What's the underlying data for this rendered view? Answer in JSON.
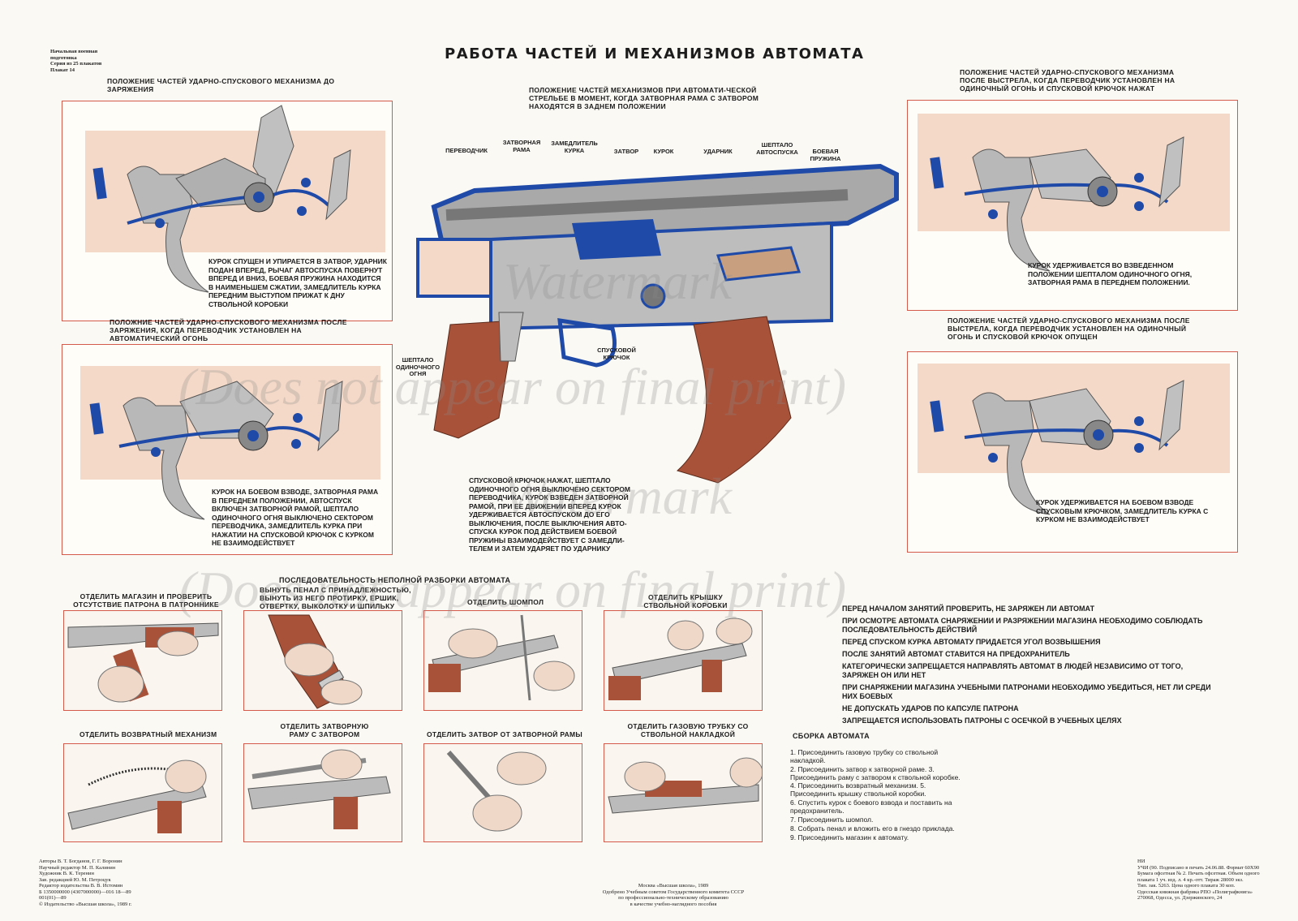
{
  "series_info": {
    "line1": "Начальная военная",
    "line2": "подготовка",
    "line3": "Серия из 25 плакатов",
    "line4": "Плакат 14"
  },
  "title": "РАБОТА ЧАСТЕЙ И МЕХАНИЗМОВ АВТОМАТА",
  "top_left": {
    "caption": "ПОЛОЖЕНИЕ ЧАСТЕЙ УДАРНО-СПУСКОВОГО МЕХАНИЗМА ДО ЗАРЯЖЕНИЯ",
    "note": "КУРОК СПУЩЕН И УПИРАЕТСЯ В ЗАТВОР, УДАРНИК ПОДАН ВПЕРЕД, РЫЧАГ АВТОСПУСКА ПОВЕРНУТ ВПЕРЕД И ВНИЗ, БОЕВАЯ ПРУЖИНА НАХОДИТСЯ В НАИМЕНЬШЕМ СЖАТИИ, ЗАМЕДЛИТЕЛЬ КУРКА ПЕРЕДНИМ ВЫСТУПОМ ПРИЖАТ К ДНУ СТВОЛЬНОЙ КОРОБКИ"
  },
  "mid_left": {
    "caption": "ПОЛОЖНИЕ ЧАСТЕЙ УДАРНО-СПУСКОВОГО МЕХАНИЗМА ПОСЛЕ ЗАРЯЖЕНИЯ, КОГДА ПЕРЕВОДЧИК УСТАНОВЛЕН НА АВТОМАТИЧЕСКИЙ ОГОНЬ",
    "note": "КУРОК НА БОЕВОМ ВЗВОДЕ, ЗАТВОРНАЯ РАМА В ПЕРЕДНЕМ ПОЛОЖЕНИИ, АВТОСПУСК ВКЛЮЧЕН ЗАТВОРНОЙ РАМОЙ, ШЕПТАЛО ОДИНОЧНОГО ОГНЯ ВЫКЛЮЧЕНО СЕКТОРОМ ПЕРЕВОДЧИКА, ЗАМЕДЛИТЕЛЬ КУРКА ПРИ НАЖАТИИ НА СПУСКОВОЙ КРЮЧОК С КУРКОМ НЕ ВЗАИМОДЕЙСТВУЕТ"
  },
  "center": {
    "caption": "ПОЛОЖЕНИЕ ЧАСТЕЙ МЕХАНИЗМОВ ПРИ АВТОМАТИ-ЧЕСКОЙ СТРЕЛЬБЕ В МОМЕНТ, КОГДА ЗАТВОРНАЯ РАМА С ЗАТВОРОМ НАХОДЯТСЯ В ЗАДНЕМ ПОЛОЖЕНИИ",
    "labels": {
      "perevodchik": "ПЕРЕВОДЧИК",
      "zatv_rama": "ЗАТВОРНАЯ РАМА",
      "zamedlitel": "ЗАМЕДЛИТЕЛЬ КУРКА",
      "zatvor": "ЗАТВОР",
      "kurok": "КУРОК",
      "udarnik": "УДАРНИК",
      "sheptalo_avto": "ШЕПТАЛО АВТОСПУСКА",
      "boevaya": "БОЕВАЯ ПРУЖИНА",
      "sheptalo_odin": "ШЕПТАЛО ОДИНОЧНОГО ОГНЯ",
      "spuskovoy": "СПУСКОВОЙ КРЮЧОК"
    },
    "note": "СПУСКОВОЙ КРЮЧОК НАЖАТ, ШЕПТАЛО ОДИНОЧНОГО ОГНЯ ВЫКЛЮЧЕНО СЕКТОРОМ ПЕРЕВОДЧИКА, КУРОК ВЗВЕДЕН ЗАТВОРНОЙ РАМОЙ, ПРИ ЕЕ ДВИЖЕНИИ ВПЕРЕД КУРОК УДЕРЖИВАЕТСЯ АВТОСПУСКОМ ДО ЕГО ВЫКЛЮЧЕНИЯ, ПОСЛЕ ВЫКЛЮЧЕНИЯ АВТО-СПУСКА КУРОК ПОД ДЕЙСТВИЕМ БОЕВОЙ ПРУЖИНЫ ВЗАИМОДЕЙСТВУЕТ С ЗАМЕДЛИ-ТЕЛЕМ И ЗАТЕМ УДАРЯЕТ ПО УДАРНИКУ"
  },
  "top_right": {
    "caption": "ПОЛОЖЕНИЕ ЧАСТЕЙ УДАРНО-СПУСКОВОГО МЕХАНИЗМА ПОСЛЕ ВЫСТРЕЛА, КОГДА ПЕРЕВОДЧИК УСТАНОВЛЕН НА ОДИНОЧНЫЙ ОГОНЬ И СПУСКОВОЙ КРЮЧОК НАЖАТ",
    "note": "КУРОК УДЕРЖИВАЕТСЯ ВО ВЗВЕДЕННОМ ПОЛОЖЕНИИ ШЕПТАЛОМ ОДИНОЧНОГО ОГНЯ, ЗАТВОРНАЯ РАМА В ПЕРЕДНЕМ ПОЛОЖЕНИИ."
  },
  "mid_right": {
    "caption": "ПОЛОЖЕНИЕ ЧАСТЕЙ УДАРНО-СПУСКОВОГО МЕХАНИЗМА ПОСЛЕ ВЫСТРЕЛА, КОГДА ПЕРЕВОДЧИК УСТАНОВЛЕН НА ОДИНОЧНЫЙ ОГОНЬ И СПУСКОВОЙ КРЮЧОК ОПУЩЕН",
    "note": "КУРОК УДЕРЖИВАЕТСЯ НА БОЕВОМ ВЗВОДЕ СПУСКОВЫМ КРЮЧКОМ, ЗАМЕДЛИТЕЛЬ КУРКА С КУРКОМ НЕ ВЗАИМОДЕЙСТВУЕТ"
  },
  "disassembly": {
    "heading": "ПОСЛЕДОВАТЕЛЬНОСТЬ НЕПОЛНОЙ  РАЗБОРКИ АВТОМАТА",
    "steps": [
      "ОТДЕЛИТЬ МАГАЗИН И ПРОВЕРИТЬ ОТСУТСТВИЕ ПАТРОНА В ПАТРОННИКЕ",
      "ВЫНУТЬ ПЕНАЛ С ПРИНАДЛЕЖНОСТЬЮ, ВЫНУТЬ ИЗ НЕГО ПРОТИРКУ, ЕРШИК, ОТВЕРТКУ, ВЫКОЛОТКУ И ШПИЛЬКУ",
      "ОТДЕЛИТЬ ШОМПОЛ",
      "ОТДЕЛИТЬ КРЫШКУ СТВОЛЬНОЙ КОРОБКИ",
      "ОТДЕЛИТЬ  ВОЗВРАТНЫЙ МЕХАНИЗМ",
      "ОТДЕЛИТЬ ЗАТВОРНУЮ РАМУ С ЗАТВОРОМ",
      "ОТДЕЛИТЬ ЗАТВОР  ОТ  ЗАТВОРНОЙ РАМЫ",
      "ОТДЕЛИТЬ ГАЗОВУЮ ТРУБКУ СО СТВОЛЬНОЙ НАКЛАДКОЙ"
    ]
  },
  "rules": [
    "ПЕРЕД НАЧАЛОМ ЗАНЯТИЙ ПРОВЕРИТЬ, НЕ ЗАРЯЖЕН ЛИ АВТОМАТ",
    "ПРИ ОСМОТРЕ АВТОМАТА СНАРЯЖЕНИИ И РАЗРЯЖЕНИИ МАГАЗИНА НЕОБХОДИМО СОБЛЮДАТЬ ПОСЛЕДОВАТЕЛЬНОСТЬ ДЕЙСТВИЙ",
    "ПЕРЕД СПУСКОМ КУРКА АВТОМАТУ ПРИДАЕТСЯ УГОЛ ВОЗВЫШЕНИЯ",
    "ПОСЛЕ ЗАНЯТИЙ АВТОМАТ СТАВИТСЯ НА  ПРЕДОХРАНИТЕЛЬ",
    "КАТЕГОРИЧЕСКИ  ЗАПРЕЩАЕТСЯ  НАПРАВЛЯТЬ АВТОМАТ В ЛЮДЕЙ НЕЗАВИСИМО ОТ ТОГО, ЗАРЯЖЕН ОН ИЛИ НЕТ",
    "ПРИ СНАРЯЖЕНИИ МАГАЗИНА УЧЕБНЫМИ ПАТРОНАМИ НЕОБХОДИМО УБЕДИТЬСЯ, НЕТ ЛИ СРЕДИ НИХ БОЕВЫХ",
    "НЕ ДОПУСКАТЬ УДАРОВ ПО  КАПСУЛЕ ПАТРОНА",
    "ЗАПРЕЩАЕТСЯ ИСПОЛЬЗОВАТЬ  ПАТРОНЫ С ОСЕЧКОЙ В УЧЕБНЫХ ЦЕЛЯХ"
  ],
  "assembly": {
    "heading": "СБОРКА АВТОМАТА",
    "items": [
      "1. Присоединить газовую трубку со ствольной накладкой.",
      "2. Присоединить затвор к затворной раме. 3. Присоединить раму с затвором к ствольной коробке. 4. Присоединить возвратный механизм. 5. Присоединить крышку ствольной коробки.",
      "6. Спустить курок с боевого взвода и поставить на предохранитель.",
      "7. Присоединить шомпол.",
      "8. Собрать пенал и вложить его в гнездо приклада.",
      "9. Присоединить магазин к автомату."
    ]
  },
  "credits": {
    "left": [
      "Авторы В. Т. Богданов, Г. Г. Воронин",
      "Научный редактор М. П. Калинин",
      "Художник В. К. Теренин",
      "Зав. редакцией Ю. М. Петроцук",
      "Редактор издательства В. В. Истомин",
      "Б 1350000000 (4307000000)—016  18—89",
      "   001(01)—89",
      "© Издательство «Высшая школа», 1989 г."
    ],
    "center": [
      "Москва «Высшая школа», 1989",
      "Одобрено Учебным советом Государственного комитета СССР",
      "по профессионально-техническому образованию",
      "в качестве учебно-наглядного пособия"
    ],
    "right": [
      "НИ",
      "УЧИ (90. Подписано в печать 24.06.88. Формат 60Х90",
      "Бумага офсетная № 2. Печать офсетная. Объем одного",
      "плаката 1 уч. изд. л. 4 кр.-отт. Тираж 28000 экз.",
      "Тип. зак. 5263. Цена одного плаката 30 коп.",
      "Одесская книжная фабрика РПО «Полиграфкнига»",
      "270068, Одесса, ул. Дзержинского, 24"
    ]
  },
  "watermarks": [
    "Watermark",
    "(Does not appear on final print)"
  ],
  "colors": {
    "frame": "#d45a4c",
    "panel": "#f5d9c8",
    "blue": "#1f4aa8",
    "wood": "#a8523a",
    "metal": "#b8b8b8"
  }
}
